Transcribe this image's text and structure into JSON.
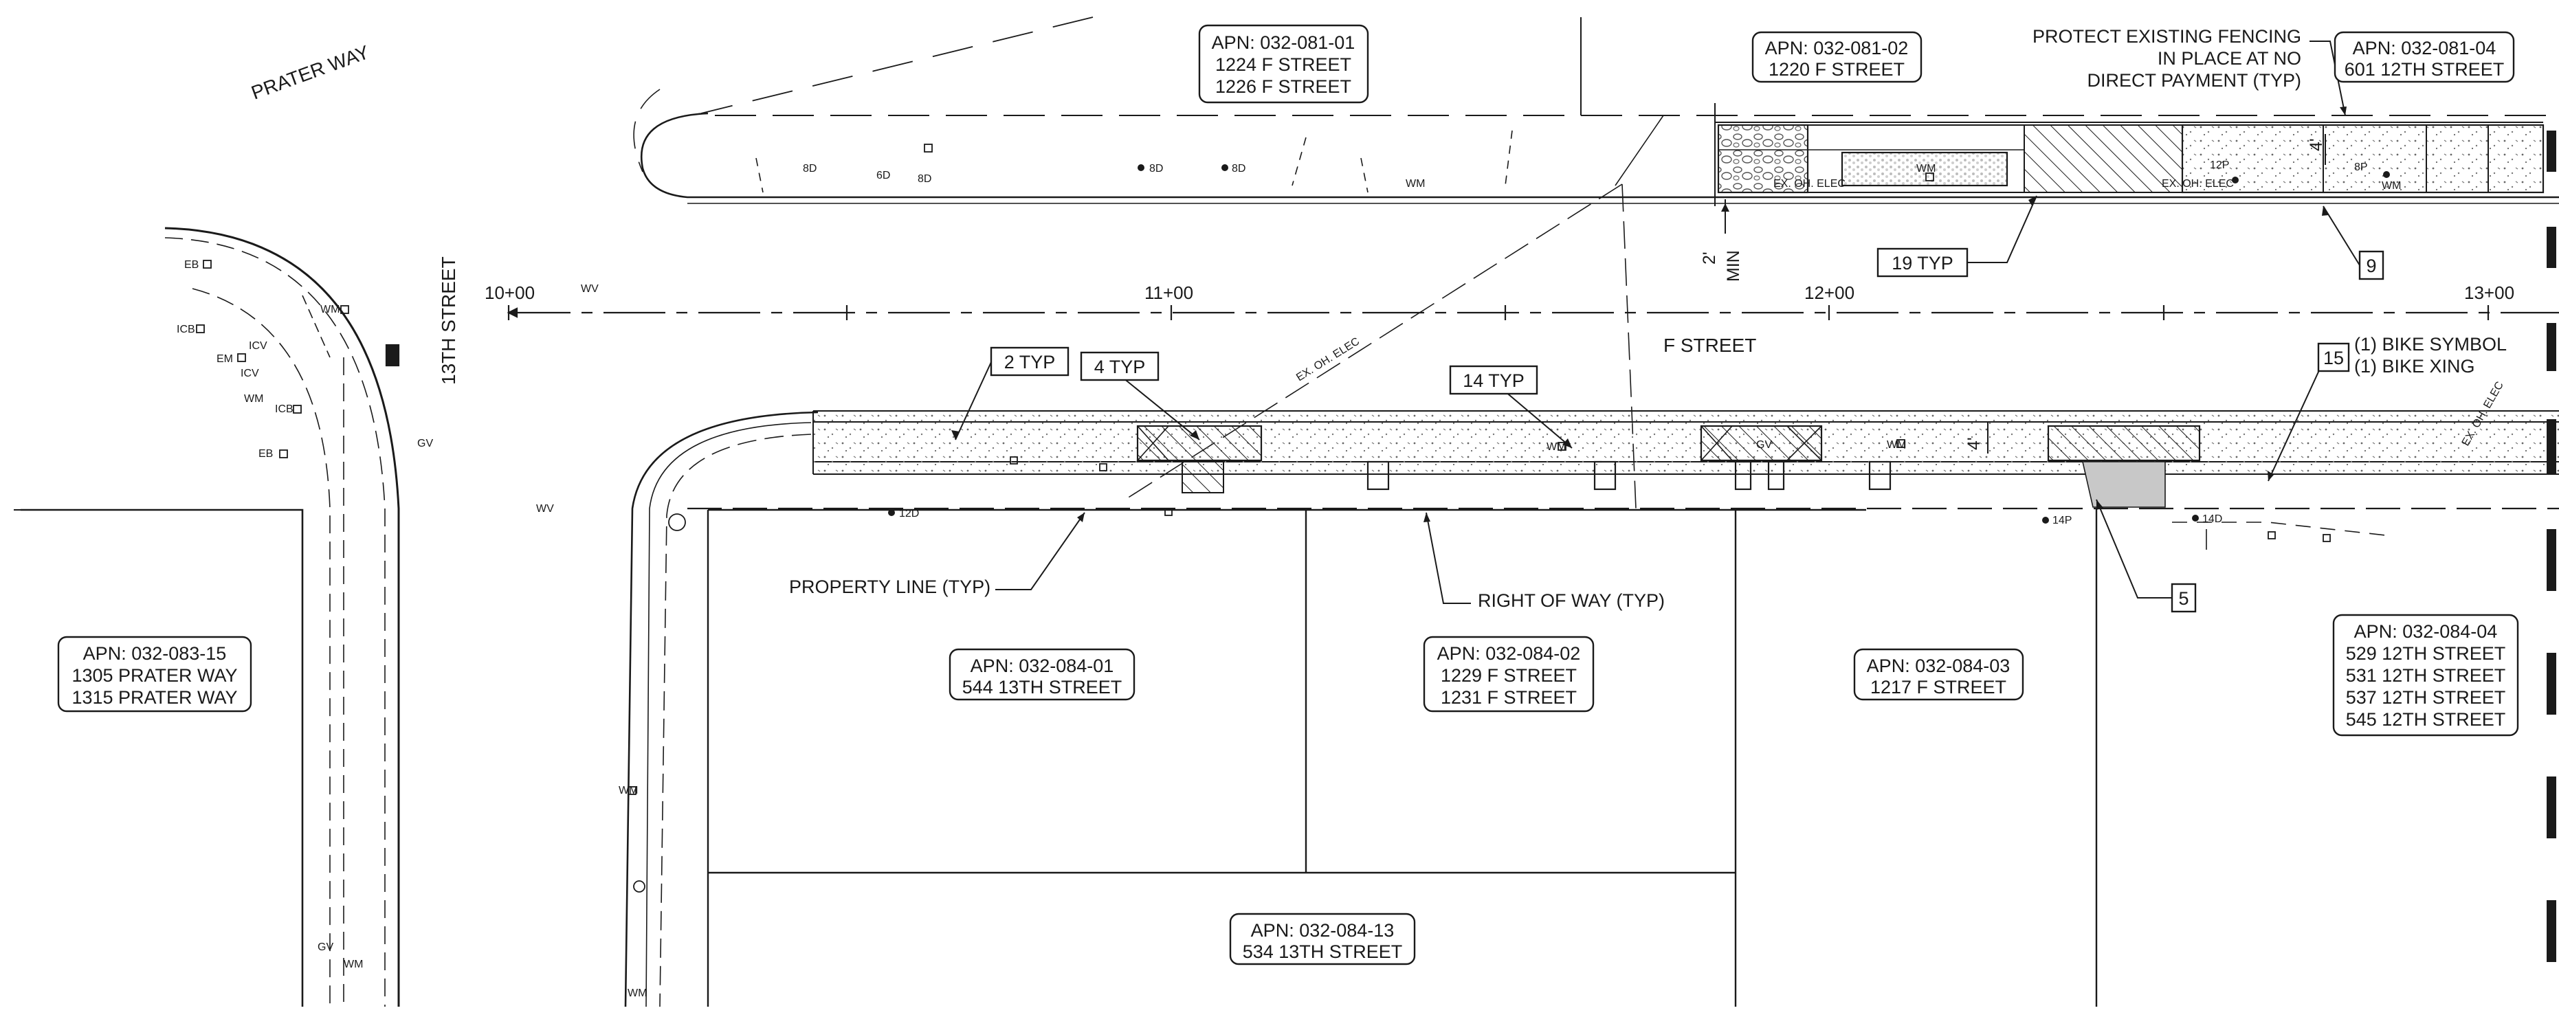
{
  "streets": {
    "prater_way": "PRATER WAY",
    "thirteenth_street": "13TH STREET",
    "f_street": "F STREET"
  },
  "stations": [
    "10+00",
    "11+00",
    "12+00",
    "13+00"
  ],
  "parcels": {
    "p_081_01": {
      "apn": "APN: 032-081-01",
      "line1": "1224 F STREET",
      "line2": "1226 F STREET"
    },
    "p_081_02": {
      "apn": "APN: 032-081-02",
      "line1": "1220 F STREET"
    },
    "p_081_04": {
      "apn": "APN: 032-081-04",
      "line1": "601 12TH STREET"
    },
    "p_083_15": {
      "apn": "APN: 032-083-15",
      "line1": "1305 PRATER WAY",
      "line2": "1315 PRATER WAY"
    },
    "p_084_01": {
      "apn": "APN: 032-084-01",
      "line1": "544 13TH STREET"
    },
    "p_084_02": {
      "apn": "APN: 032-084-02",
      "line1": "1229 F STREET",
      "line2": "1231 F STREET"
    },
    "p_084_03": {
      "apn": "APN: 032-084-03",
      "line1": "1217 F STREET"
    },
    "p_084_04": {
      "apn": "APN: 032-084-04",
      "line1": "529 12TH STREET",
      "line2": "531 12TH STREET",
      "line3": "537 12TH STREET",
      "line4": "545 12TH STREET"
    },
    "p_084_13": {
      "apn": "APN: 032-084-13",
      "line1": "534 13TH STREET"
    }
  },
  "callouts": {
    "c2": "2 TYP",
    "c4": "4 TYP",
    "c14": "14 TYP",
    "c19": "19 TYP",
    "c9": "9",
    "c5": "5",
    "c15": "15",
    "c15_line1": "(1) BIKE SYMBOL",
    "c15_line2": "(1) BIKE XING"
  },
  "notes": {
    "fencing1": "PROTECT EXISTING FENCING",
    "fencing2": "IN PLACE AT NO",
    "fencing3": "DIRECT PAYMENT (TYP)",
    "property_line": "PROPERTY LINE (TYP)",
    "right_of_way": "RIGHT OF WAY (TYP)",
    "min_dim_a": "2'",
    "min_dim_b": "MIN",
    "dim_4": "4'"
  },
  "utilities": {
    "eb": "EB",
    "icb": "ICB",
    "em": "EM",
    "icv": "ICV",
    "wm": "WM",
    "gv": "GV",
    "wv": "WV",
    "ex_oh_elec": "EX. OH. ELEC",
    "d6": "6D",
    "d8": "8D",
    "d12": "12D",
    "d14": "14D",
    "p14": "14P",
    "p12": "12P",
    "p8": "8P"
  }
}
